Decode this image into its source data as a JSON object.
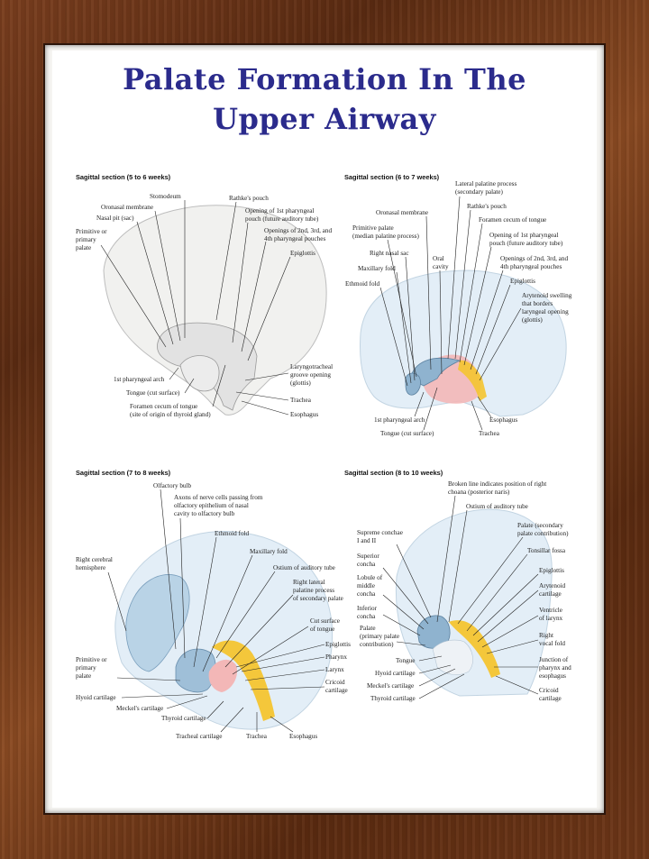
{
  "title": [
    "Palate Formation In The",
    "Upper Airway"
  ],
  "panels": [
    {
      "heading": "Sagittal section (5 to 6 weeks)",
      "labels": {
        "stomodeum": "Stomodeum",
        "oronasal": "Oronasal membrane",
        "nasal_pit": "Nasal pit (sac)",
        "primitive_palate": [
          "Primitive or",
          "primary",
          "palate"
        ],
        "rathke": "Rathke's pouch",
        "opening_1st": [
          "Opening of 1st pharyngeal",
          "pouch (future auditory tube)"
        ],
        "openings_2_4": [
          "Openings of 2nd, 3rd, and",
          "4th pharyngeal pouches"
        ],
        "epiglottis": "Epiglottis",
        "arch1": "1st pharyngeal arch",
        "tongue": "Tongue (cut surface)",
        "foramen": [
          "Foramen cecum of tongue",
          "(site of origin of thyroid gland)"
        ],
        "laryngo": [
          "Laryngotracheal",
          "groove opening",
          "(glottis)"
        ],
        "trachea": "Trachea",
        "esophagus": "Esophagus"
      }
    },
    {
      "heading": "Sagittal section (6 to 7 weeks)",
      "labels": {
        "lateral_palatine": [
          "Lateral palatine process",
          "(secondary palate)"
        ],
        "rathke": "Rathke's pouch",
        "oronasal": "Oronasal membrane",
        "foramen": "Foramen cecum of tongue",
        "primitive_palate": [
          "Primitive palate",
          "(median palatine process)"
        ],
        "opening_1st": [
          "Opening of 1st pharyngeal",
          "pouch (future auditory tube)"
        ],
        "right_nasal": "Right nasal sac",
        "oral": [
          "Oral",
          "cavity"
        ],
        "openings_2_4": [
          "Openings of 2nd, 3rd, and",
          "4th pharyngeal pouches"
        ],
        "maxillary": "Maxillary fold",
        "epiglottis": "Epiglottis",
        "ethmoid": "Ethmoid fold",
        "arytenoid": [
          "Arytenoid swelling",
          "that borders",
          "laryngeal opening",
          "(glottis)"
        ],
        "arch1": "1st pharyngeal arch",
        "esophagus": "Esophagus",
        "tongue": "Tongue (cut surface)",
        "trachea": "Trachea"
      }
    },
    {
      "heading": "Sagittal section (7 to 8 weeks)",
      "labels": {
        "olfactory": "Olfactory bulb",
        "axons": [
          "Axons of nerve cells passing from",
          "olfactory epithelium of nasal",
          "cavity to olfactory bulb"
        ],
        "ethmoid": "Ethmoid fold",
        "maxillary": "Maxillary fold",
        "right_cerebral": [
          "Right cerebral",
          "hemisphere"
        ],
        "ostium": "Ostium of auditory tube",
        "right_lateral": [
          "Right lateral",
          "palatine process",
          "of secondary palate"
        ],
        "cut_tongue": [
          "Cut surface",
          "of tongue"
        ],
        "epiglottis": "Epiglottis",
        "pharynx": "Pharynx",
        "primitive_palate": [
          "Primitive or",
          "primary",
          "palate"
        ],
        "larynx": "Larynx",
        "cricoid": [
          "Cricoid",
          "cartilage"
        ],
        "hyoid": "Hyoid cartilage",
        "meckel": "Meckel's cartilage",
        "thyroid": "Thyroid cartilage",
        "tracheal_cart": "Tracheal cartilage",
        "trachea": "Trachea",
        "esophagus": "Esophagus"
      }
    },
    {
      "heading": "Sagittal section (8 to 10 weeks)",
      "labels": {
        "broken_line": [
          "Broken line indicates position of right",
          "choana (posterior naris)"
        ],
        "ostium": "Ostium of auditory tube",
        "supreme": [
          "Supreme conchae",
          "I and II"
        ],
        "palate_secondary": [
          "Palate (secondary",
          "palate contribution)"
        ],
        "superior": [
          "Superior",
          "concha"
        ],
        "tonsillar": "Tonsillar fossa",
        "lobule": [
          "Lobule of",
          "middle",
          "concha"
        ],
        "epiglottis": "Epiglottis",
        "arytenoid": [
          "Arytenoid",
          "cartilage"
        ],
        "inferior": [
          "Inferior",
          "concha"
        ],
        "ventricle": [
          "Ventricle",
          "of larynx"
        ],
        "palate_primary": [
          "Palate",
          "(primary palate",
          "contribution)"
        ],
        "vocal": [
          "Right",
          "vocal fold"
        ],
        "tongue": "Tongue",
        "junction": [
          "Junction of",
          "pharynx and",
          "esophagus"
        ],
        "hyoid": "Hyoid cartilage",
        "meckel": "Meckel's cartilage",
        "cricoid": [
          "Cricoid",
          "cartilage"
        ],
        "thyroid": "Thyroid cartilage"
      }
    }
  ],
  "colors": {
    "title": "#2b2b8c",
    "tissue_blue": "#a9c9df",
    "tissue_yellow": "#f4c430",
    "tissue_pink": "#f3a7a7",
    "frame": "#6e3718"
  }
}
